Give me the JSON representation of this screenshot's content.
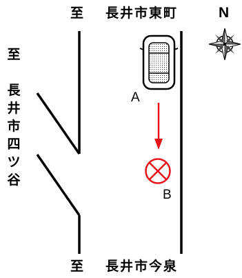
{
  "labels": {
    "to": "至",
    "north_place": "長井市東町",
    "south_place": "長井市今泉",
    "west_place": "長井市四ツ谷",
    "compass": "N",
    "point_a": "A",
    "point_b": "B"
  },
  "colors": {
    "ink": "#000000",
    "marker": "#e8141a"
  },
  "icons": {
    "compass": "compass-rose-icon",
    "car": "car-top-view-icon",
    "arrow": "down-arrow-icon",
    "destination": "circle-x-marker-icon"
  }
}
